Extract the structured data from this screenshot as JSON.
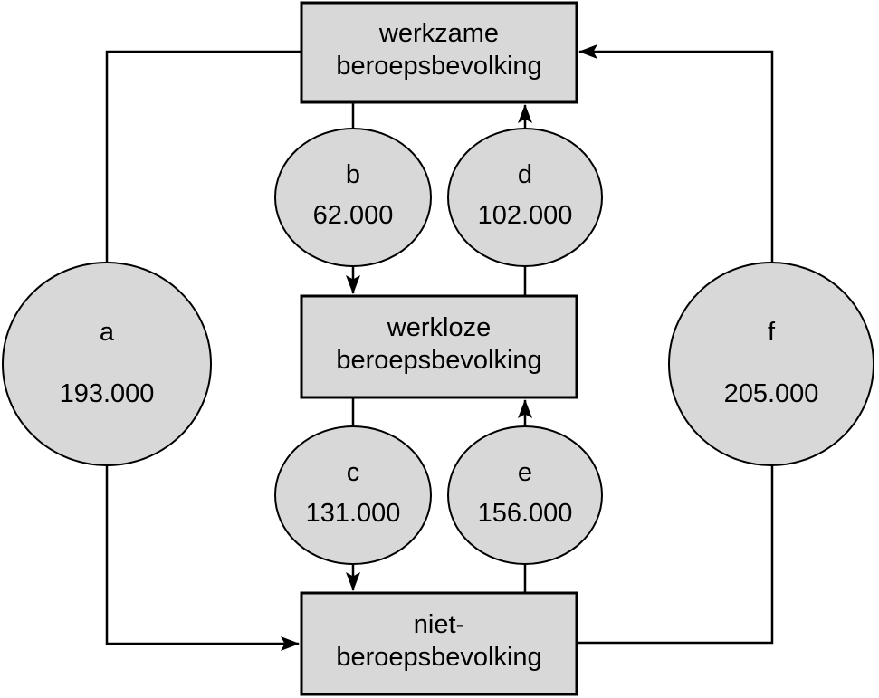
{
  "diagram": {
    "title_implicit": "labor force flow diagram",
    "colors": {
      "node_fill": "#d8d8d8",
      "stroke": "#000000",
      "background": "#ffffff"
    },
    "boxes": {
      "employed": {
        "line1": "werkzame",
        "line2": "beroepsbevolking"
      },
      "unemployed": {
        "line1": "werkloze",
        "line2": "beroepsbevolking"
      },
      "non_labor": {
        "line1": "niet-",
        "line2": "beroepsbevolking"
      }
    },
    "flows": {
      "a": {
        "letter": "a",
        "value": "193.000"
      },
      "b": {
        "letter": "b",
        "value": "62.000"
      },
      "c": {
        "letter": "c",
        "value": "131.000"
      },
      "d": {
        "letter": "d",
        "value": "102.000"
      },
      "e": {
        "letter": "e",
        "value": "156.000"
      },
      "f": {
        "letter": "f",
        "value": "205.000"
      }
    },
    "edges": [
      {
        "id": "a",
        "from": "werkzame beroepsbevolking",
        "to": "niet-beroepsbevolking",
        "direction": "down-left-side",
        "arrow": "into niet-beroepsbevolking"
      },
      {
        "id": "b",
        "from": "werkzame beroepsbevolking",
        "to": "werkloze beroepsbevolking",
        "direction": "down",
        "arrow": "into werkloze beroepsbevolking"
      },
      {
        "id": "c",
        "from": "werkloze beroepsbevolking",
        "to": "niet-beroepsbevolking",
        "direction": "down",
        "arrow": "into niet-beroepsbevolking"
      },
      {
        "id": "d",
        "from": "werkloze beroepsbevolking",
        "to": "werkzame beroepsbevolking",
        "direction": "up",
        "arrow": "into werkzame beroepsbevolking"
      },
      {
        "id": "e",
        "from": "niet-beroepsbevolking",
        "to": "werkloze beroepsbevolking",
        "direction": "up",
        "arrow": "into werkloze beroepsbevolking"
      },
      {
        "id": "f",
        "from": "niet-beroepsbevolking",
        "to": "werkzame beroepsbevolking",
        "direction": "up-right-side",
        "arrow": "into werkzame beroepsbevolking"
      }
    ]
  }
}
